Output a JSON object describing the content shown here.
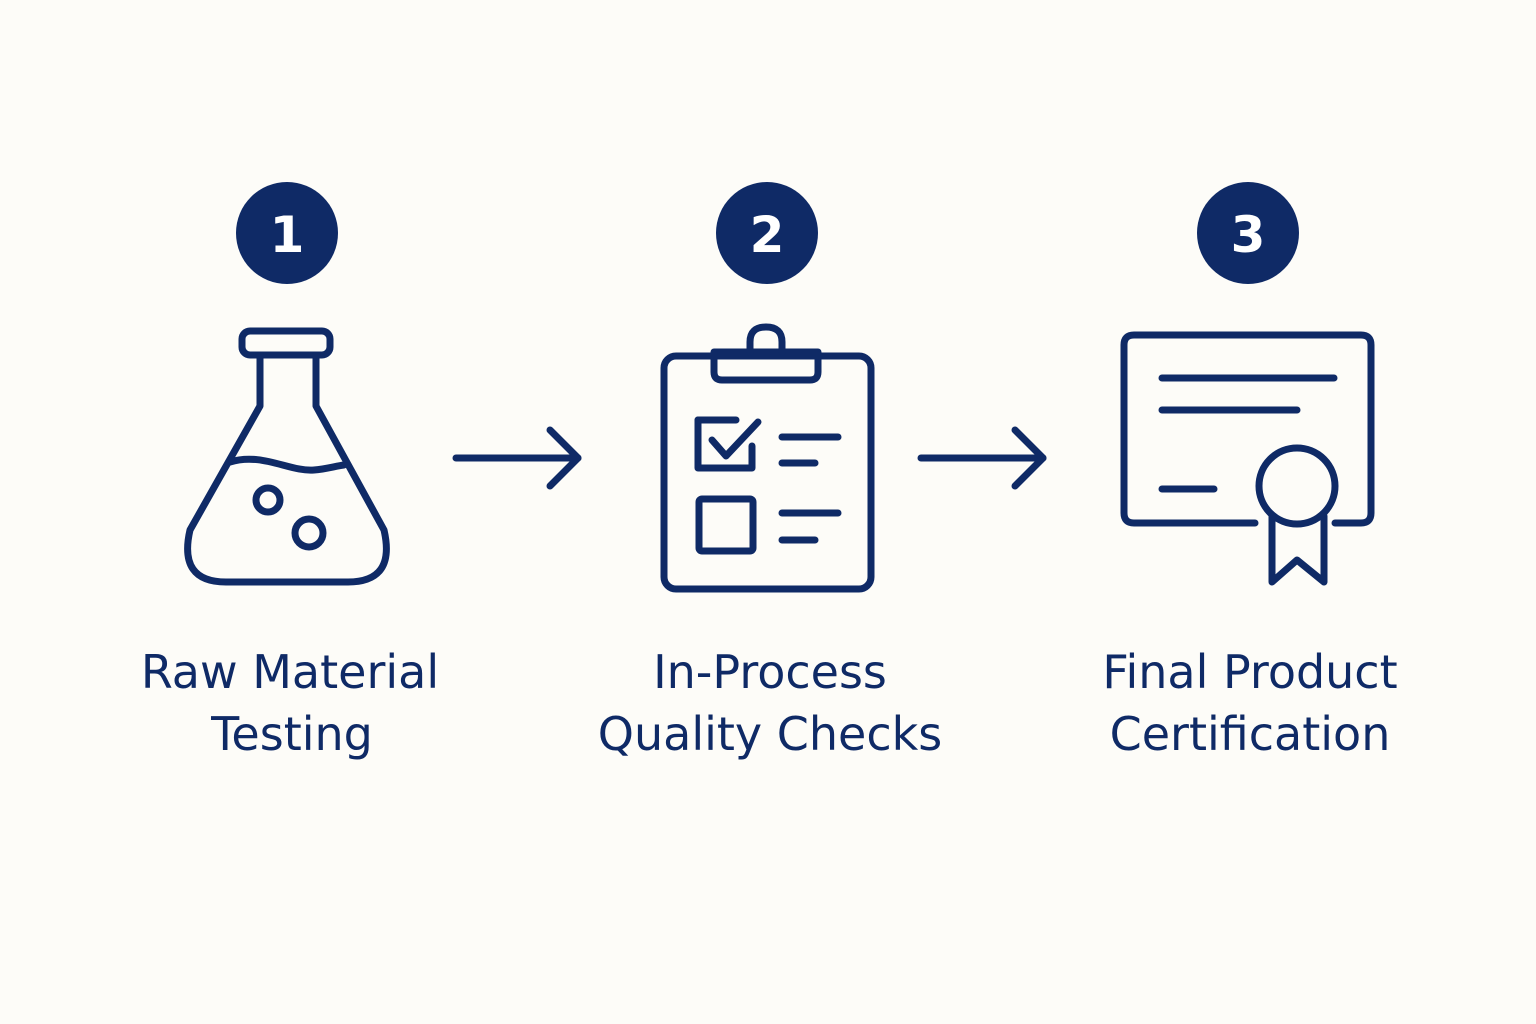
{
  "colors": {
    "background": "#fdfcf8",
    "primary": "#0f2a66"
  },
  "steps": [
    {
      "number": "1",
      "icon": "flask-icon",
      "label_line1": "Raw Material",
      "label_line2": "Testing"
    },
    {
      "number": "2",
      "icon": "clipboard-checklist-icon",
      "label_line1": "In-Process",
      "label_line2": "Quality Checks"
    },
    {
      "number": "3",
      "icon": "certificate-icon",
      "label_line1": "Final Product",
      "label_line2": "Certification"
    }
  ],
  "connectors": [
    {
      "icon": "arrow-right-icon"
    },
    {
      "icon": "arrow-right-icon"
    }
  ]
}
